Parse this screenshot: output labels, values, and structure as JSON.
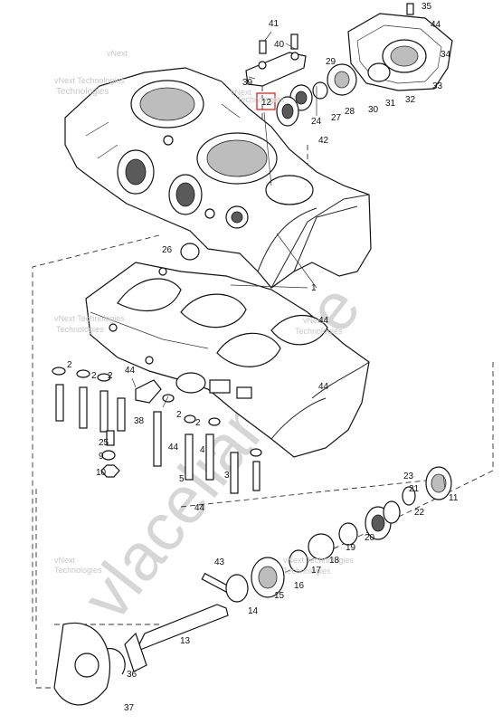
{
  "watermarks": {
    "small": [
      "vNext",
      "Technologies",
      "vNext Technologies"
    ],
    "big": "vlaceliamelife"
  },
  "colors": {
    "highlight": "#dd1111",
    "ink": "#111111",
    "watermark": "#c9c9c9"
  },
  "callouts": [
    {
      "id": "c41",
      "label": "41"
    },
    {
      "id": "c40",
      "label": "40"
    },
    {
      "id": "c39",
      "label": "39"
    },
    {
      "id": "c12",
      "label": "12"
    },
    {
      "id": "c24",
      "label": "24"
    },
    {
      "id": "c27",
      "label": "27"
    },
    {
      "id": "c28",
      "label": "28"
    },
    {
      "id": "c29",
      "label": "29"
    },
    {
      "id": "c30",
      "label": "30"
    },
    {
      "id": "c31",
      "label": "31"
    },
    {
      "id": "c32",
      "label": "32"
    },
    {
      "id": "c33",
      "label": "33"
    },
    {
      "id": "c34",
      "label": "34"
    },
    {
      "id": "c35",
      "label": "35"
    },
    {
      "id": "c44a",
      "label": "44"
    },
    {
      "id": "c42",
      "label": "42"
    },
    {
      "id": "c26",
      "label": "26"
    },
    {
      "id": "c1",
      "label": "1"
    },
    {
      "id": "c44b",
      "label": "44"
    },
    {
      "id": "c44c",
      "label": "44"
    },
    {
      "id": "c2a",
      "label": "2"
    },
    {
      "id": "c2b",
      "label": "2"
    },
    {
      "id": "c2c",
      "label": "2"
    },
    {
      "id": "c2d",
      "label": "2"
    },
    {
      "id": "c2e",
      "label": "2"
    },
    {
      "id": "c44d",
      "label": "44"
    },
    {
      "id": "c38",
      "label": "38"
    },
    {
      "id": "c25",
      "label": "25"
    },
    {
      "id": "c9",
      "label": "9"
    },
    {
      "id": "c10",
      "label": "10"
    },
    {
      "id": "c44e",
      "label": "44"
    },
    {
      "id": "c4",
      "label": "4"
    },
    {
      "id": "c5",
      "label": "5"
    },
    {
      "id": "c3",
      "label": "3"
    },
    {
      "id": "c44f",
      "label": "44"
    },
    {
      "id": "c23",
      "label": "23"
    },
    {
      "id": "c11",
      "label": "11"
    },
    {
      "id": "c21",
      "label": "21"
    },
    {
      "id": "c22",
      "label": "22"
    },
    {
      "id": "c20",
      "label": "20"
    },
    {
      "id": "c19",
      "label": "19"
    },
    {
      "id": "c18",
      "label": "18"
    },
    {
      "id": "c17",
      "label": "17"
    },
    {
      "id": "c16",
      "label": "16"
    },
    {
      "id": "c15",
      "label": "15"
    },
    {
      "id": "c43",
      "label": "43"
    },
    {
      "id": "c14",
      "label": "14"
    },
    {
      "id": "c13",
      "label": "13"
    },
    {
      "id": "c36",
      "label": "36"
    },
    {
      "id": "c37",
      "label": "37"
    }
  ]
}
